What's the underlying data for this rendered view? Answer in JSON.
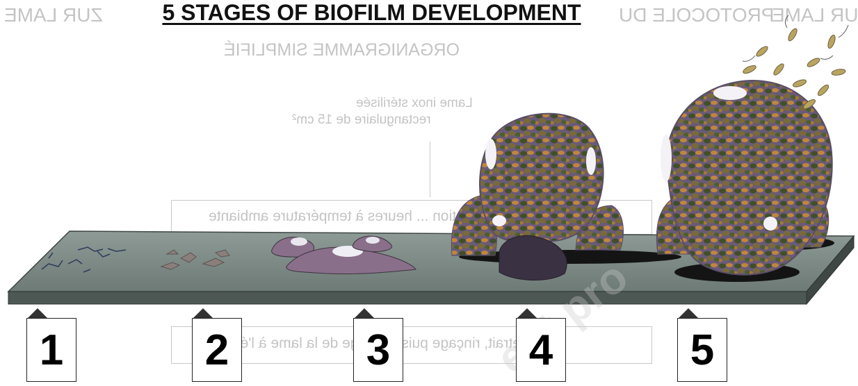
{
  "title": "5 STAGES OF BIOFILM DEVELOPMENT",
  "background_text": {
    "left_fragment": "ZUR LAME",
    "right_fragment": "PROTOCOLE DU",
    "right_fragment2": "SUR LAME",
    "subtitle": "ORGANIGRAMME SIMPLIFIÉ",
    "box1_line1": "Lame inox stérilisée",
    "box1_line2": "rectangulaire de 15 cm²",
    "box2": "Incubation ... heures à température ambiante",
    "box3": "Retrait, rinçage puis séchage de la lame à l'étuve"
  },
  "watermark": "ent pro",
  "stages": [
    {
      "number": "1"
    },
    {
      "number": "2"
    },
    {
      "number": "3"
    },
    {
      "number": "4"
    },
    {
      "number": "5"
    }
  ],
  "colors": {
    "plate_top": "#7d8a86",
    "plate_front": "#4f5a57",
    "cluster_purple": "#6f5f86",
    "cell_green": "#5c7a3a",
    "cell_orange": "#b9823e",
    "number_text": "#000000"
  }
}
